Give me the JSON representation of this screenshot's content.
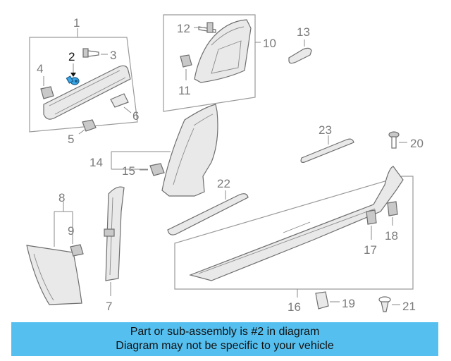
{
  "diagram": {
    "highlight_color": "#3aa6e8",
    "callouts": {
      "c1": "1",
      "c2": "2",
      "c3": "3",
      "c4": "4",
      "c5": "5",
      "c6": "6",
      "c7": "7",
      "c8": "8",
      "c9": "9",
      "c10": "10",
      "c11": "11",
      "c12": "12",
      "c13": "13",
      "c14": "14",
      "c15": "15",
      "c16": "16",
      "c17": "17",
      "c18": "18",
      "c19": "19",
      "c20": "20",
      "c21": "21",
      "c22": "22",
      "c23": "23"
    }
  },
  "banner": {
    "color": "#55c0f0",
    "line1": "Part or sub-assembly is #2 in diagram",
    "line2": "Diagram may not be specific to your vehicle"
  }
}
